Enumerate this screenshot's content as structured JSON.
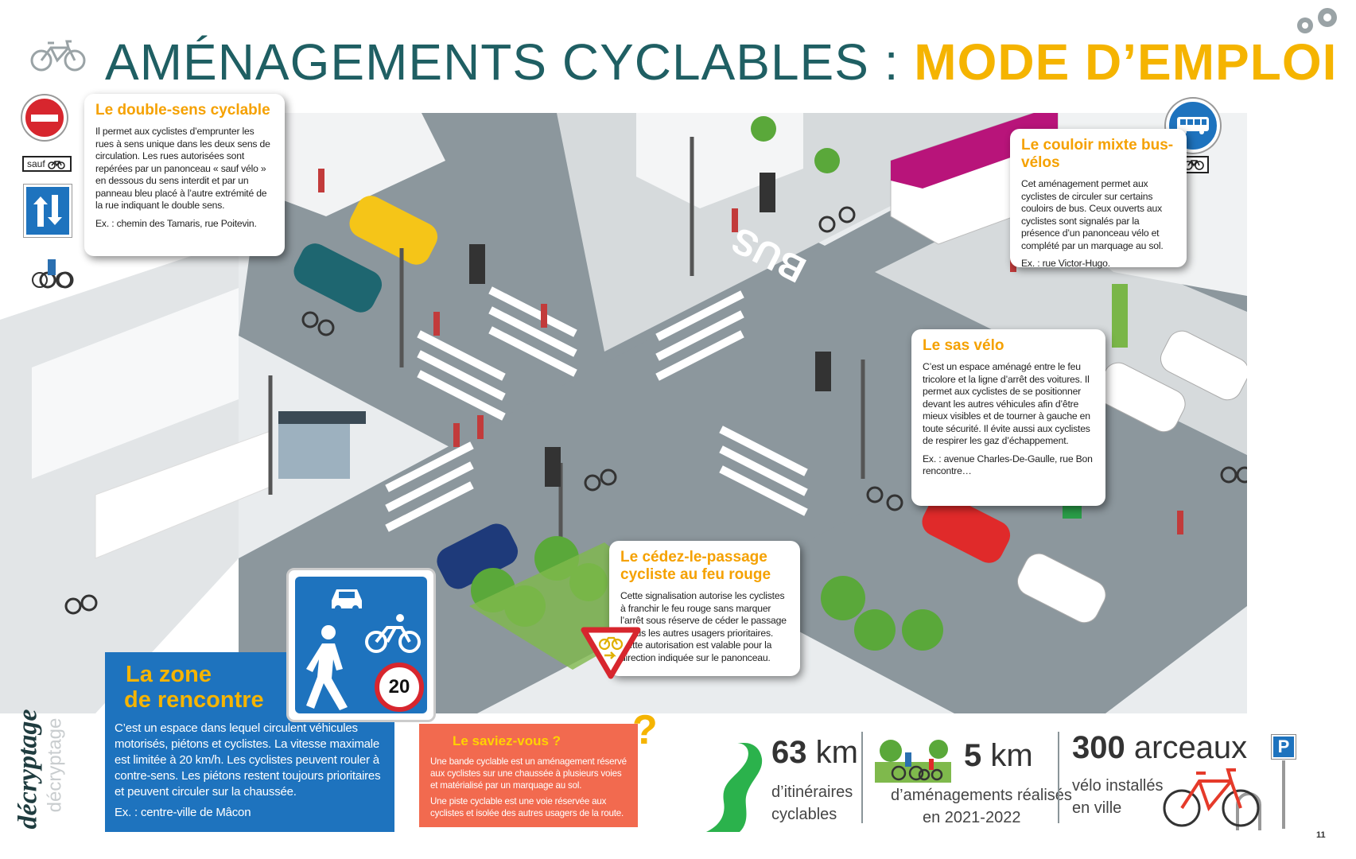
{
  "title": {
    "part1": "AMÉNAGEMENTS CYCLABLES : ",
    "part2": "MODE D’EMPLOI"
  },
  "callouts": {
    "double_sens": {
      "title": "Le double-sens cyclable",
      "text": "Il permet aux cyclistes d’emprunter les rues à sens unique dans les deux sens de circulation. Les rues autorisées sont repérées par un panonceau « sauf vélo » en dessous du sens interdit et par un panneau bleu placé à l’autre extrémité de la rue indiquant le double sens.",
      "example": "Ex. : chemin des Tamaris, rue Poitevin.",
      "sign_label": "sauf"
    },
    "couloir": {
      "title": "Le couloir mixte bus-vélos",
      "text": "Cet aménagement permet aux cyclistes de circuler sur certains couloirs de bus. Ceux ouverts aux cyclistes sont signalés par la présence d’un panonceau vélo et complété par un marquage au sol.",
      "example": "Ex. : rue Victor-Hugo."
    },
    "sas": {
      "title": "Le sas vélo",
      "text": "C’est un espace aménagé entre le feu tricolore et la ligne d’arrêt des voitures. Il permet aux cyclistes de se positionner devant les autres véhicules afin d’être mieux visibles et de tourner à gauche en toute sécurité. Il évite aussi aux cyclistes de respirer les gaz d’échappement.",
      "example": "Ex. : avenue Charles-De-Gaulle, rue Bon rencontre…"
    },
    "cedez": {
      "title": "Le cédez-le-passage cycliste au feu rouge",
      "text": "Cette signalisation autorise les cyclistes à franchir le feu rouge sans marquer l’arrêt sous réserve de céder le passage à tous les autres usagers prioritaires. Cette autorisation est valable pour la direction indiquée sur le panonceau."
    }
  },
  "scene": {
    "bus_marking": "BUS",
    "speed_limit": "20"
  },
  "zone": {
    "title_line1": "La zone",
    "title_line2": "de rencontre",
    "text": "C’est un espace dans lequel circulent véhicules motorisés, piétons et cyclistes. La vitesse maximale est limitée à 20 km/h. Les cyclistes peuvent rouler à contre-sens. Les piétons restent toujours prioritaires et peuvent circuler sur la chaussée.",
    "example": "Ex. : centre-ville de Mâcon"
  },
  "saviez": {
    "title": "Le saviez-vous ?",
    "p1": "Une bande cyclable est un aménagement réservé aux cyclistes sur une chaussée à plusieurs voies et matérialisé par un marquage au sol.",
    "p2": "Une piste cyclable est une voie réservée aux cyclistes et isolée des autres usagers de la route.",
    "mark": "?"
  },
  "stats": [
    {
      "num": "63",
      "unit": "km",
      "l1": "d’itinéraires",
      "l2": "cyclables"
    },
    {
      "num": "5",
      "unit": "km",
      "l1": "d’aménagements réalisés",
      "l2": "en 2021-2022"
    },
    {
      "num": "300",
      "unit": "arceaux",
      "l1": "vélo installés",
      "l2": "en ville"
    }
  ],
  "parking_sign": "P",
  "brand": "décryptage",
  "page_number": "11",
  "colors": {
    "teal": "#1f5f63",
    "yellow": "#f5b400",
    "blue": "#1e73be",
    "coral": "#f26a4f"
  }
}
